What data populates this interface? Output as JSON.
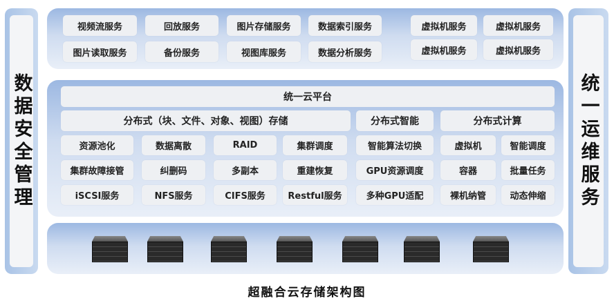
{
  "left_label": "数据安全管理",
  "right_label": "统一运维服务",
  "app_services": {
    "left": [
      "视频流服务",
      "回放服务",
      "图片存储服务",
      "数据索引服务",
      "图片读取服务",
      "备份服务",
      "视图库服务",
      "数据分析服务"
    ],
    "right": [
      "虚拟机服务",
      "虚拟机服务",
      "虚拟机服务",
      "虚拟机服务"
    ]
  },
  "platform": {
    "title": "统一云平台",
    "storage": {
      "title": "分布式（块、文件、对象、视图）存储",
      "items": [
        "资源池化",
        "数据离散",
        "RAID",
        "集群调度",
        "集群故障接管",
        "纠删码",
        "多副本",
        "重建恢复",
        "iSCSI服务",
        "NFS服务",
        "CIFS服务",
        "Restful服务"
      ]
    },
    "intelligence": {
      "title": "分布式智能",
      "items": [
        "智能算法切换",
        "GPU资源调度",
        "多种GPU适配"
      ]
    },
    "compute": {
      "title": "分布式计算",
      "items": [
        "虚拟机",
        "智能调度",
        "容器",
        "批量任务",
        "裸机纳管",
        "动态伸缩"
      ]
    }
  },
  "server_count": 7,
  "caption": "超融合云存储架构图"
}
